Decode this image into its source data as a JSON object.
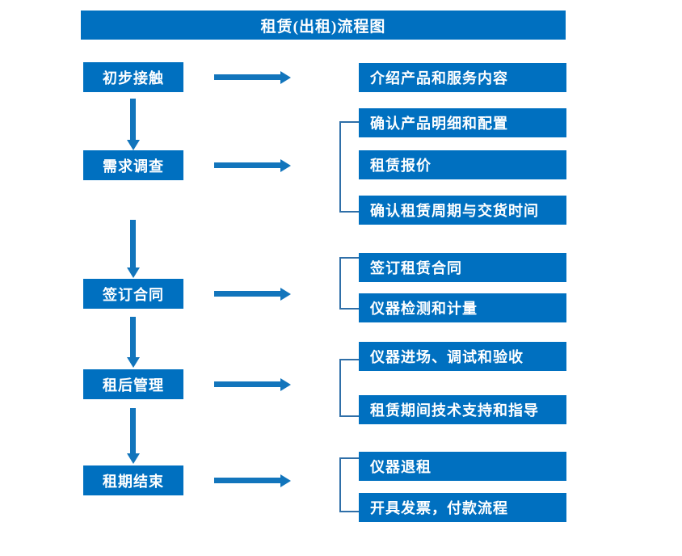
{
  "title": {
    "text": "租赁(出租)流程图"
  },
  "colors": {
    "box_fill": "#0070c0",
    "box_text": "#ffffff",
    "arrow": "#1275bc",
    "bracket": "#2f6fa8",
    "background": "#ffffff"
  },
  "stages": [
    {
      "label": "初步接触"
    },
    {
      "label": "需求调查"
    },
    {
      "label": "签订合同"
    },
    {
      "label": "租后管理"
    },
    {
      "label": "租期结束"
    }
  ],
  "details": [
    {
      "label": "介绍产品和服务内容"
    },
    {
      "label": "确认产品明细和配置"
    },
    {
      "label": "租赁报价"
    },
    {
      "label": "确认租赁周期与交货时间"
    },
    {
      "label": "签订租赁合同"
    },
    {
      "label": "仪器检测和计量"
    },
    {
      "label": "仪器进场、调试和验收"
    },
    {
      "label": "租赁期间技术支持和指导"
    },
    {
      "label": "仪器退租"
    },
    {
      "label": "开具发票，付款流程"
    }
  ],
  "flow": {
    "stage_to_detail_arrows": 5,
    "stage_to_stage_arrows": 4,
    "group_brackets": 4
  }
}
